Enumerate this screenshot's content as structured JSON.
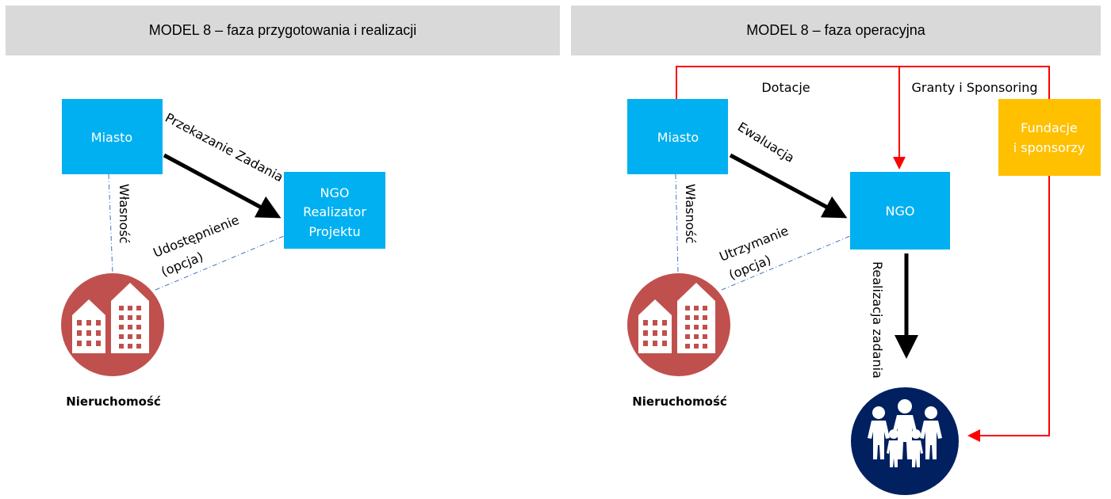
{
  "headers": {
    "left": "MODEL 8 – faza przygotowania i realizacji",
    "right": "MODEL 8 – faza operacyjna"
  },
  "left": {
    "miasto": "Miasto",
    "ngo_lines": [
      "NGO",
      "Realizator",
      "Projektu"
    ],
    "arrow_label": "Przekazanie Zadania",
    "wlasnosc": "Własność",
    "udostepnienie": [
      "Udostępnienie",
      "(opcja)"
    ],
    "property_label": "Nieruchomość"
  },
  "right": {
    "miasto": "Miasto",
    "ngo": "NGO",
    "fundacje_lines": [
      "Fundacje",
      "i sponsorzy"
    ],
    "ewaluacja": "Ewaluacja",
    "wlasnosc": "Własność",
    "utrzymanie": [
      "Utrzymanie",
      "(opcja)"
    ],
    "dotacje": "Dotacje",
    "granty": "Granty i Sponsoring",
    "realizacja": "Realizacja zadania",
    "property_label": "Nieruchomość"
  },
  "colors": {
    "box_blue": "#00b0f0",
    "box_yellow": "#ffc000",
    "property_red": "#c0504d",
    "people_navy": "#002060",
    "red_line": "#ff0000",
    "dash_blue": "#4472c4"
  }
}
